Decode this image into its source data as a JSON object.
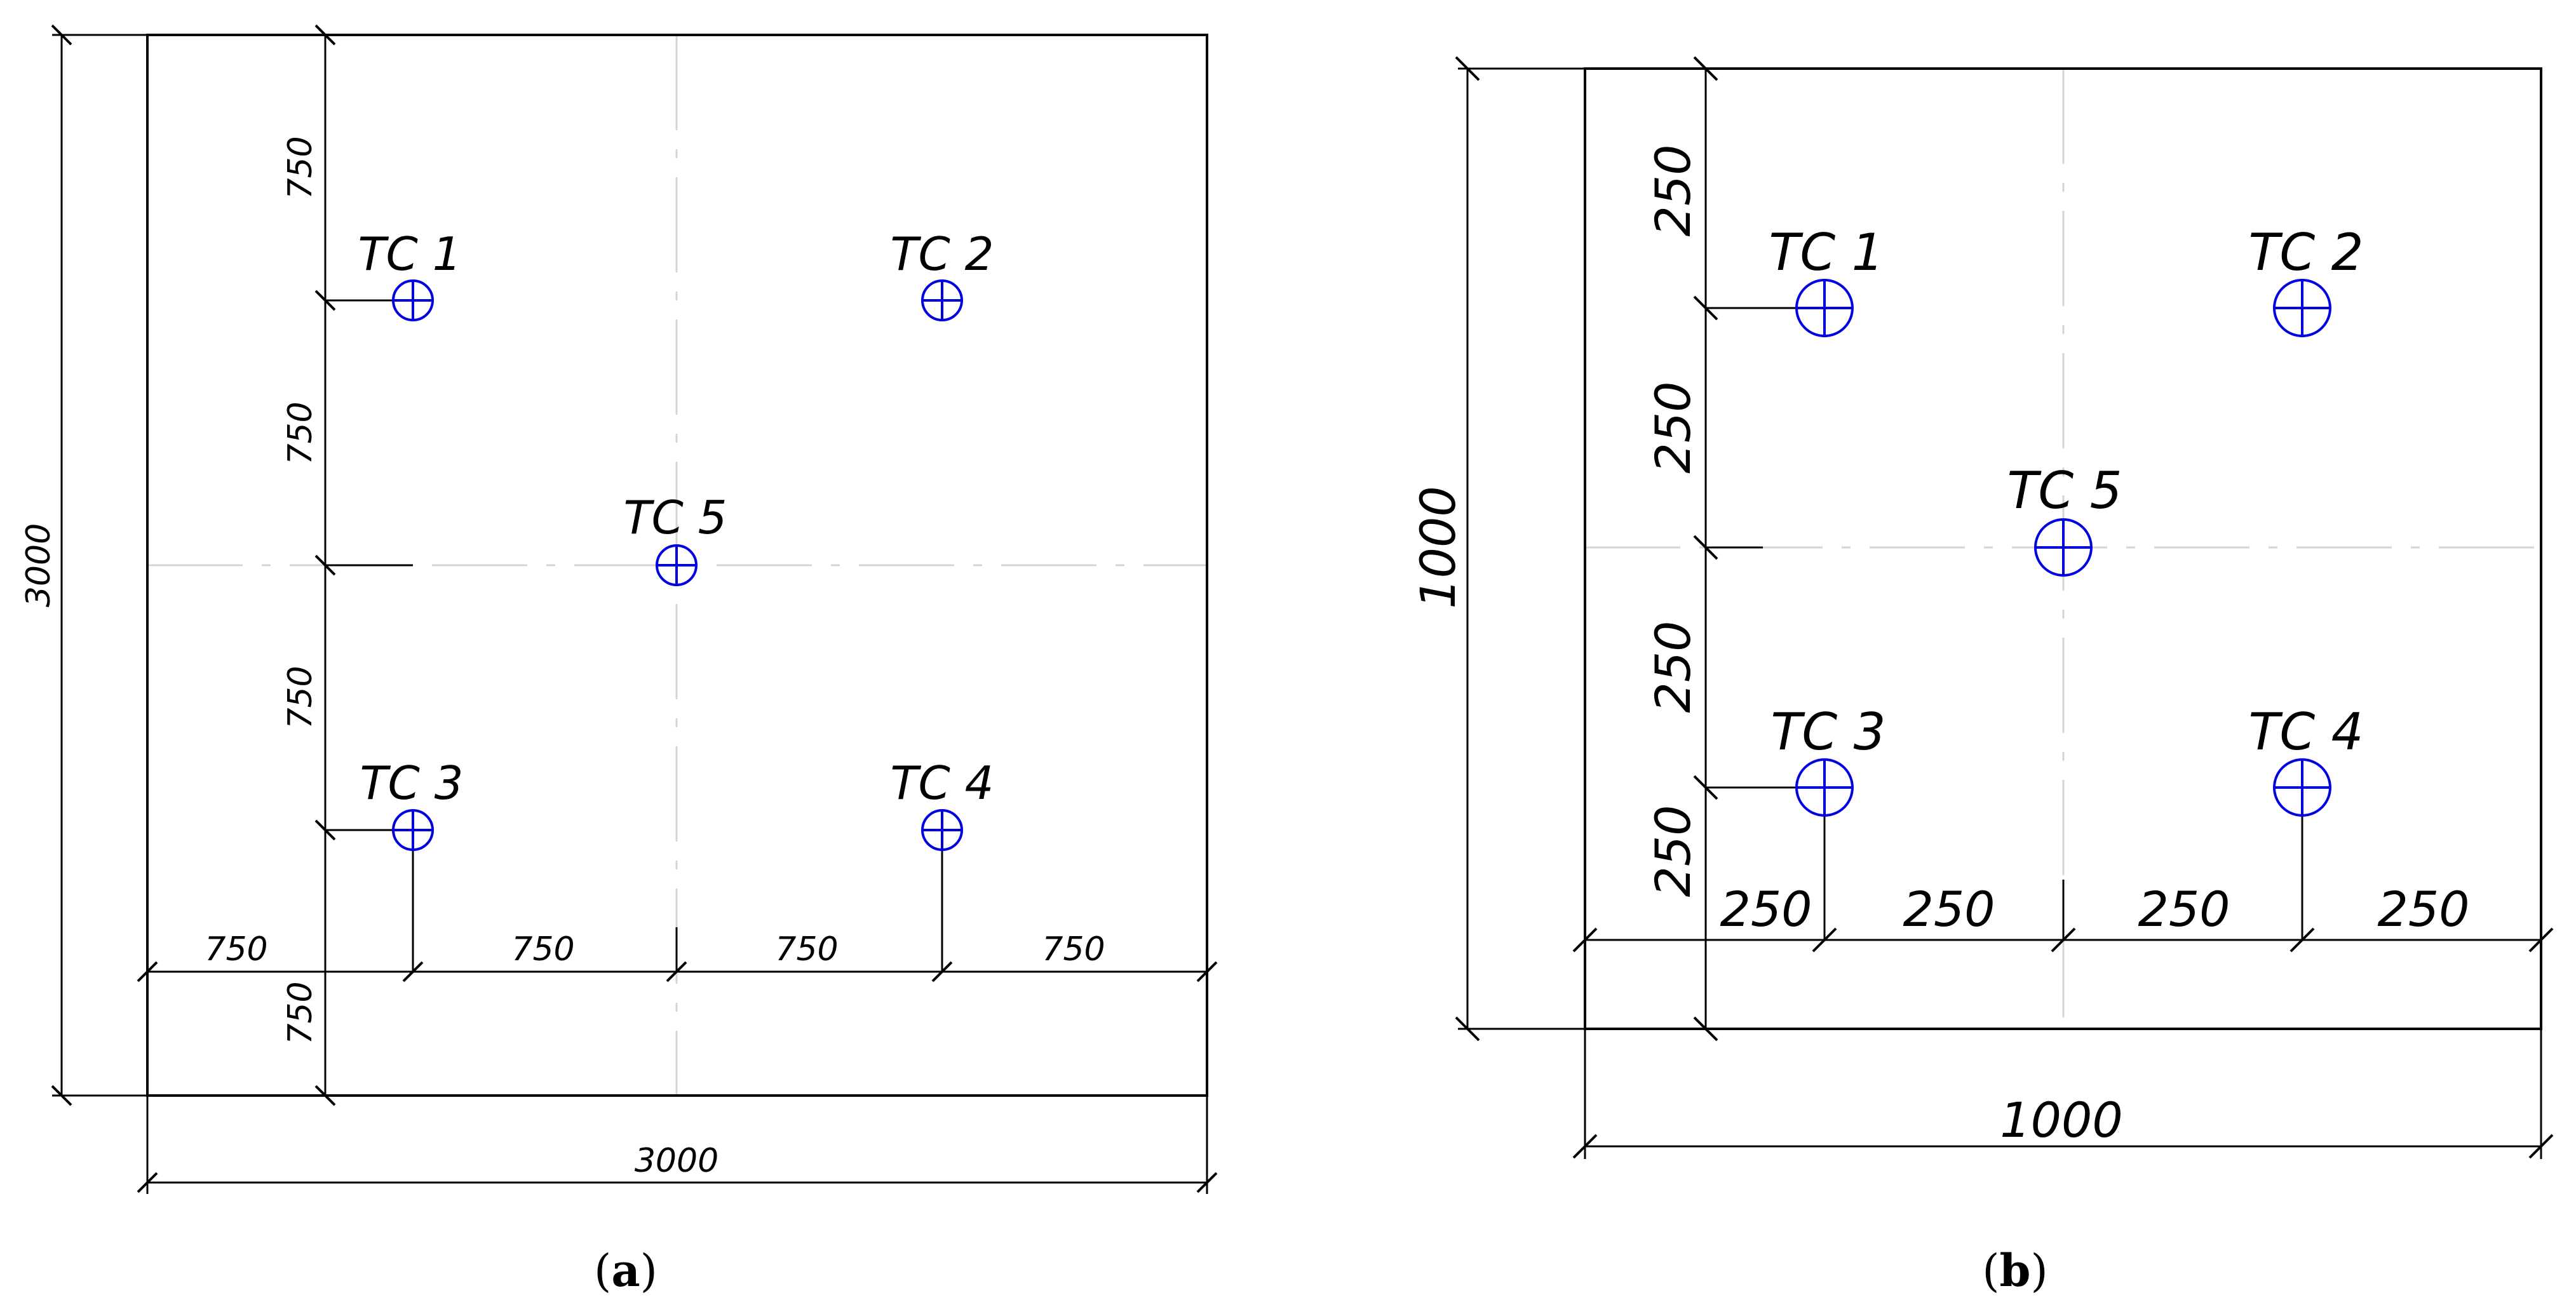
{
  "panel_a": {
    "caption_open": "(",
    "caption_letter": "a",
    "caption_close": ")",
    "thermocouples": [
      "TC 1",
      "TC 2",
      "TC 3",
      "TC 4",
      "TC 5"
    ],
    "dim_total_width": "3000",
    "dim_total_height": "3000",
    "dim_segments": [
      "750",
      "750",
      "750",
      "750"
    ],
    "dim_vertical": [
      "750",
      "750",
      "750",
      "750"
    ]
  },
  "panel_b": {
    "caption_open": "(",
    "caption_letter": "b",
    "caption_close": ")",
    "thermocouples": [
      "TC 1",
      "TC 2",
      "TC 3",
      "TC 4",
      "TC 5"
    ],
    "dim_total_width": "1000",
    "dim_total_height": "1000",
    "dim_segments": [
      "250",
      "250",
      "250",
      "250"
    ],
    "dim_vertical": [
      "250",
      "250",
      "250",
      "250"
    ]
  },
  "colors": {
    "line": "#000000",
    "centerline": "#d4d4d4",
    "thermocouple": "#0000e0"
  }
}
